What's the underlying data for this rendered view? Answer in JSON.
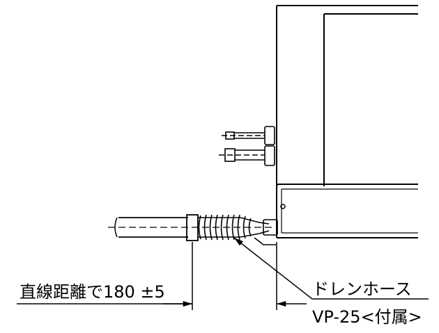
{
  "labels": {
    "distance": "直線距離で180 ±5",
    "hose_name": "ドレンホース",
    "hose_part": "VP-25<付属>"
  }
}
